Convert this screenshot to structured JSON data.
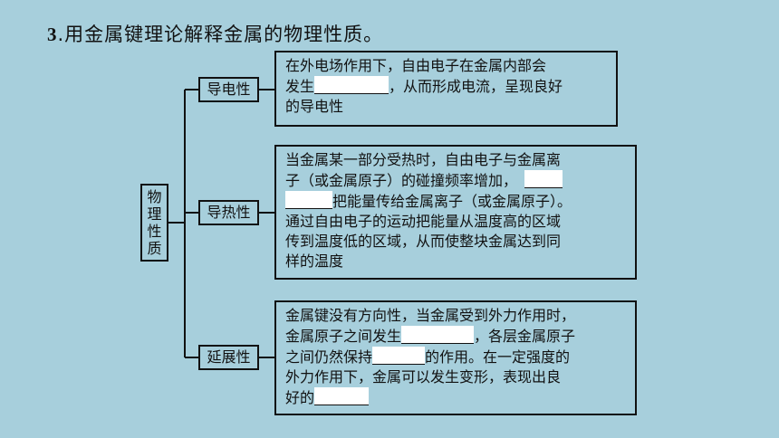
{
  "title": {
    "number": "3",
    "text": ".用金属键理论解释金属的物理性质。"
  },
  "root": {
    "chars": [
      "物",
      "理",
      "性",
      "质"
    ]
  },
  "branches": [
    {
      "label": "导电性",
      "lines": [
        [
          "在外电场作用下，自由电子在金属内部会"
        ],
        [
          "发生",
          "",
          "，从而形成电流，呈现良好"
        ],
        [
          "的导电性"
        ]
      ]
    },
    {
      "label": "导热性",
      "lines": [
        [
          "当金属某一部分受热时，自由电子与金属离"
        ],
        [
          "子（或金属原子）的碰撞频率增加，",
          ""
        ],
        [
          "",
          "把能量传给金属离子（或金属原子）。"
        ],
        [
          "通过自由电子的运动把能量从温度高的区域"
        ],
        [
          "传到温度低的区域，从而使整块金属达到同"
        ],
        [
          "样的温度"
        ]
      ]
    },
    {
      "label": "延展性",
      "lines": [
        [
          "金属键没有方向性，当金属受到外力作用时，"
        ],
        [
          "金属原子之间发生",
          "",
          "，各层金属原子"
        ],
        [
          "之间仍然保持",
          "",
          "的作用。在一定强度的"
        ],
        [
          "外力作用下，金属可以发生变形，表现出良"
        ],
        [
          "好的",
          ""
        ]
      ]
    }
  ]
}
